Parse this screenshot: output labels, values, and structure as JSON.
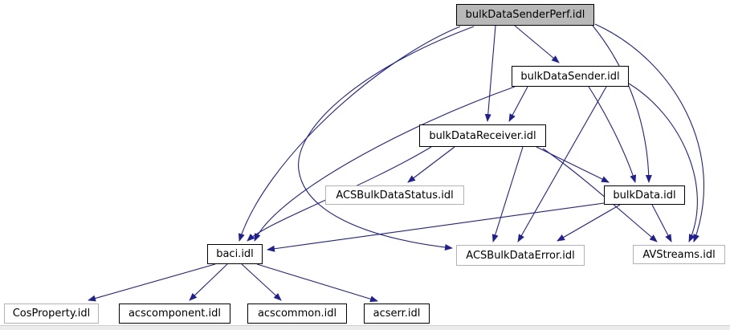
{
  "diagram": {
    "kind": "include-dependency-graph",
    "colors": {
      "edge": "#1f1f96",
      "node_border": "#000000",
      "external_node_border": "#b2b2b2",
      "current_node_fill": "#b8b8b8",
      "background": "#ffffff"
    }
  },
  "nodes": [
    {
      "id": "senderperf",
      "label": "bulkDataSenderPerf.idl",
      "style": "current"
    },
    {
      "id": "sender",
      "label": "bulkDataSender.idl",
      "style": "normal"
    },
    {
      "id": "receiver",
      "label": "bulkDataReceiver.idl",
      "style": "normal"
    },
    {
      "id": "status",
      "label": "ACSBulkDataStatus.idl",
      "style": "external"
    },
    {
      "id": "bulkdata",
      "label": "bulkData.idl",
      "style": "normal"
    },
    {
      "id": "error",
      "label": "ACSBulkDataError.idl",
      "style": "external"
    },
    {
      "id": "avstreams",
      "label": "AVStreams.idl",
      "style": "external"
    },
    {
      "id": "baci",
      "label": "baci.idl",
      "style": "normal"
    },
    {
      "id": "cosproperty",
      "label": "CosProperty.idl",
      "style": "external"
    },
    {
      "id": "acscomponent",
      "label": "acscomponent.idl",
      "style": "normal"
    },
    {
      "id": "acscommon",
      "label": "acscommon.idl",
      "style": "normal"
    },
    {
      "id": "acserr",
      "label": "acserr.idl",
      "style": "normal"
    }
  ],
  "edges": [
    {
      "from": "senderperf",
      "to": "sender"
    },
    {
      "from": "senderperf",
      "to": "receiver"
    },
    {
      "from": "senderperf",
      "to": "bulkdata"
    },
    {
      "from": "senderperf",
      "to": "avstreams"
    },
    {
      "from": "senderperf",
      "to": "baci"
    },
    {
      "from": "senderperf",
      "to": "error"
    },
    {
      "from": "sender",
      "to": "receiver"
    },
    {
      "from": "sender",
      "to": "bulkdata"
    },
    {
      "from": "sender",
      "to": "error"
    },
    {
      "from": "sender",
      "to": "avstreams"
    },
    {
      "from": "sender",
      "to": "baci"
    },
    {
      "from": "receiver",
      "to": "status"
    },
    {
      "from": "receiver",
      "to": "error"
    },
    {
      "from": "receiver",
      "to": "bulkdata"
    },
    {
      "from": "receiver",
      "to": "baci"
    },
    {
      "from": "receiver",
      "to": "avstreams"
    },
    {
      "from": "bulkdata",
      "to": "error"
    },
    {
      "from": "bulkdata",
      "to": "avstreams"
    },
    {
      "from": "bulkdata",
      "to": "baci"
    },
    {
      "from": "baci",
      "to": "cosproperty"
    },
    {
      "from": "baci",
      "to": "acscomponent"
    },
    {
      "from": "baci",
      "to": "acscommon"
    },
    {
      "from": "baci",
      "to": "acserr"
    }
  ]
}
